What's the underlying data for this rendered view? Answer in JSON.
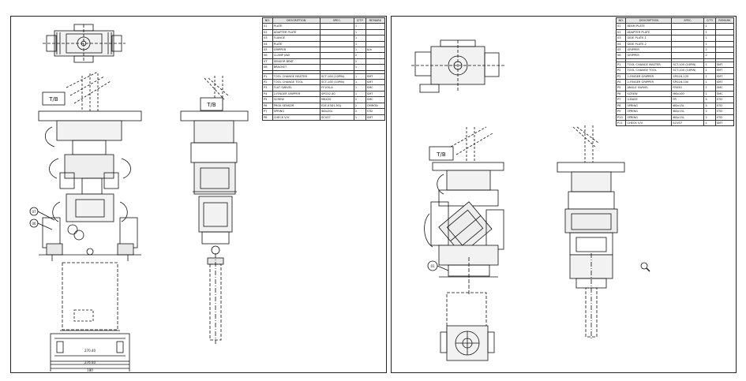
{
  "left_sheet": {
    "bom_headers": [
      "NO.",
      "DESCRIPTION",
      "SPEC.",
      "Q'TY",
      "REMARK"
    ],
    "bom_rows": [
      [
        "01",
        "PLATE",
        "",
        "1",
        ""
      ],
      [
        "02",
        "ADAPTER PLATE",
        "",
        "1",
        ""
      ],
      [
        "03",
        "FLANGE",
        "",
        "1",
        ""
      ],
      [
        "04",
        "PLATE",
        "",
        "1",
        ""
      ],
      [
        "05",
        "GRIPPER",
        "",
        "1",
        "A/a"
      ],
      [
        "06",
        "CLAMP JAW",
        "",
        "2",
        ""
      ],
      [
        "07",
        "SENSOR BRKT.",
        "",
        "2",
        ""
      ],
      [
        "08",
        "BRACKET",
        "",
        "1",
        ""
      ],
      [
        "",
        "",
        "",
        "",
        ""
      ],
      [
        "P1",
        "TOOL CHANGE MASTER",
        "SCT-100 (10PIN)",
        "1",
        "SMT"
      ],
      [
        "P2",
        "TOOL CHANGE TOOL",
        "SCT-100 (10PIN)",
        "1",
        "SMT"
      ],
      [
        "P3",
        "FLAT SWIVEL",
        "FF100-A",
        "1",
        "SMC"
      ],
      [
        "P4",
        "2-FINGER GRIPPER",
        "SPG32-40",
        "1",
        "SMT"
      ],
      [
        "P5",
        "SCREW",
        "M6X20",
        "2",
        "SMC"
      ],
      [
        "P6",
        "PROX SENSOR",
        "E2E-X3D1-M1J",
        "2",
        "OMRON"
      ],
      [
        "P7",
        "SPRING",
        "ФDx20L",
        "2",
        "STD"
      ],
      [
        "P8",
        "CHECK V/V",
        "SCV07",
        "1",
        "SMT"
      ]
    ],
    "tb_label": "T/B",
    "balloons": [
      "07",
      "06"
    ],
    "dims": [
      "270.40",
      "276.40",
      "180"
    ]
  },
  "right_sheet": {
    "bom_headers": [
      "NO.",
      "DESCRIPTION",
      "SPEC.",
      "Q'TY",
      "REMARK"
    ],
    "bom_rows": [
      [
        "01",
        "BEAM PLATE",
        "",
        "1",
        ""
      ],
      [
        "02",
        "ADAPTER PLATE",
        "",
        "1",
        ""
      ],
      [
        "03",
        "GIDE PLATE-1",
        "",
        "1",
        ""
      ],
      [
        "04",
        "GIDE PLATE-2",
        "",
        "1",
        ""
      ],
      [
        "05",
        "GRIPPER",
        "",
        "2",
        ""
      ],
      [
        "06",
        "GRIPPER",
        "",
        "2",
        ""
      ],
      [
        "",
        "",
        "",
        "",
        ""
      ],
      [
        "P1",
        "TOOL CHANGE MASTER",
        "SCT-100 (10PIN)",
        "1",
        "SMT"
      ],
      [
        "P2",
        "TOOL CHANGE TOOL",
        "SCT-100 (10PIN)",
        "1",
        "SMT"
      ],
      [
        "P3",
        "2-FINGER GRIPPER",
        "SPG16-125",
        "1",
        "SMT"
      ],
      [
        "P4",
        "2-FINGER GRIPPER",
        "SPG16-100",
        "1",
        "SMT"
      ],
      [
        "P5",
        "ANGLE SWIVEL",
        "FR050",
        "1",
        "SMC"
      ],
      [
        "P6",
        "SCREW",
        "M6x100",
        "1",
        "SMC"
      ],
      [
        "P7",
        "U-BASE",
        "FR",
        "4",
        "STD"
      ],
      [
        "P8",
        "SPRING",
        "ФDx15L",
        "4",
        "STD"
      ],
      [
        "P9",
        "SPRING",
        "ФDx15L",
        "2",
        "STD"
      ],
      [
        "P10",
        "SPRING",
        "ФDx15L",
        "2",
        "STD"
      ],
      [
        "P11",
        "CHECK V/V",
        "SCV07",
        "1",
        "SMT"
      ]
    ],
    "tb_label": "T/B",
    "balloons": [
      "01"
    ]
  },
  "icons": [
    "zoom-cursor-icon"
  ]
}
